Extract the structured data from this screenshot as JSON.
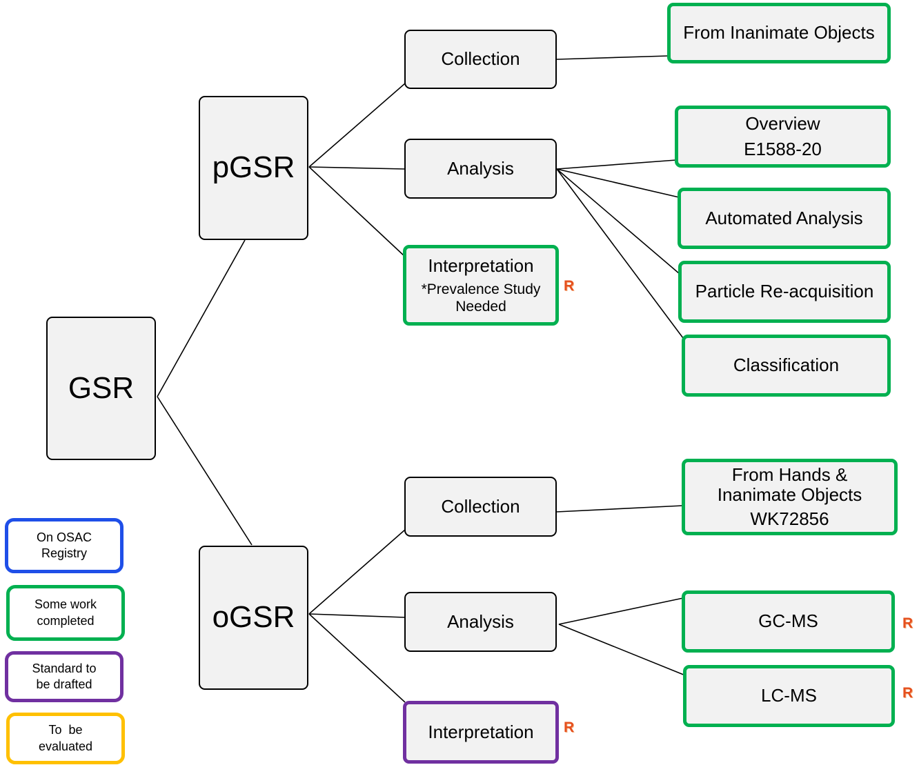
{
  "nodes": {
    "gsr": "GSR",
    "pgsr": "pGSR",
    "ogsr": "oGSR",
    "p_collection": "Collection",
    "p_analysis": "Analysis",
    "p_interpretation": "Interpretation",
    "p_interpretation_note": "*Prevalence Study Needed",
    "p_inanimate": "From Inanimate Objects",
    "p_overview": "Overview",
    "p_overview_std": "E1588-20",
    "p_automated": "Automated Analysis",
    "p_reacq": "Particle Re-acquisition",
    "p_classification": "Classification",
    "o_collection": "Collection",
    "o_analysis": "Analysis",
    "o_interpretation": "Interpretation",
    "o_hands": "From Hands & Inanimate Objects",
    "o_hands_wk": "WK72856",
    "o_gcms": "GC-MS",
    "o_lcms": "LC-MS"
  },
  "badge": "R",
  "legend": {
    "on_registry": "On OSAC Registry",
    "some_work": "Some work completed",
    "to_draft": "Standard to be drafted",
    "to_evaluate": "To  be evaluated"
  },
  "colors": {
    "green": "#00b050",
    "purple": "#7030a0",
    "blue": "#1f4fe8",
    "yellow": "#ffc000",
    "node_fill": "#f2f2f2",
    "badge": "#e5501e"
  }
}
